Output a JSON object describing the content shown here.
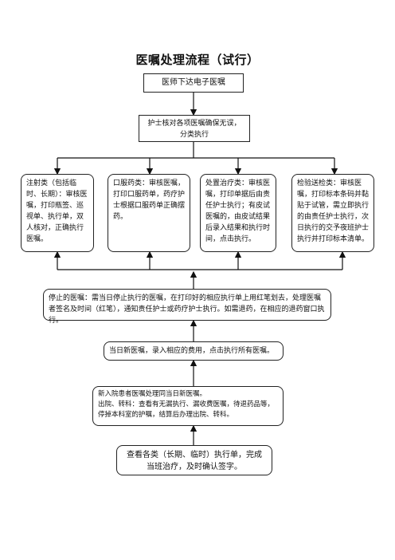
{
  "title": "医嘱处理流程（试行）",
  "boxes": {
    "doctor": "医师下达电子医嘱",
    "nurse_check": [
      "护士核对各项医嘱确保无误，",
      "分类执行"
    ],
    "injection": "注射类（包括临时、长期）：审核医嘱，打印瓶签、巡视单、执行单，双人核对，正确执行医嘱。",
    "oral": "口服药类：审核医嘱，打印口服药单，药疗护士根据口服药单正确摆药。",
    "treatment": "处置治疗类：审核医嘱，打印单据后由责任护士执行；有皮试医嘱的，由皮试结果后录入结果和执行时间，点击执行。",
    "lab": "检验送检类：审核医嘱，打印标本条码并黏贴于试管，需立即执行的由责任护士执行，次日执行的交予夜班护士执行并打印标本清单。",
    "stop": "停止的医嘱：需当日停止执行的医嘱，在打印好的相应执行单上用红笔划去，处理医嘱者签名及时间（红笔），通知责任护士或药疗护士执行。如需退药，在相应的退药窗口执行。",
    "new_today": "当日新医嘱，录入相应的费用，点击执行所有医嘱。",
    "admission": [
      "新入院患者医嘱处理同当日新医嘱。",
      "出院、转科：查看有无漏执行、漏收费医嘱，待退药品等，停掉本科室的护嘱，结算后办理出院、转科。"
    ],
    "final": [
      "查看各类（长期、临时）执行单，完成",
      "当班治疗，及时确认签字。"
    ]
  }
}
